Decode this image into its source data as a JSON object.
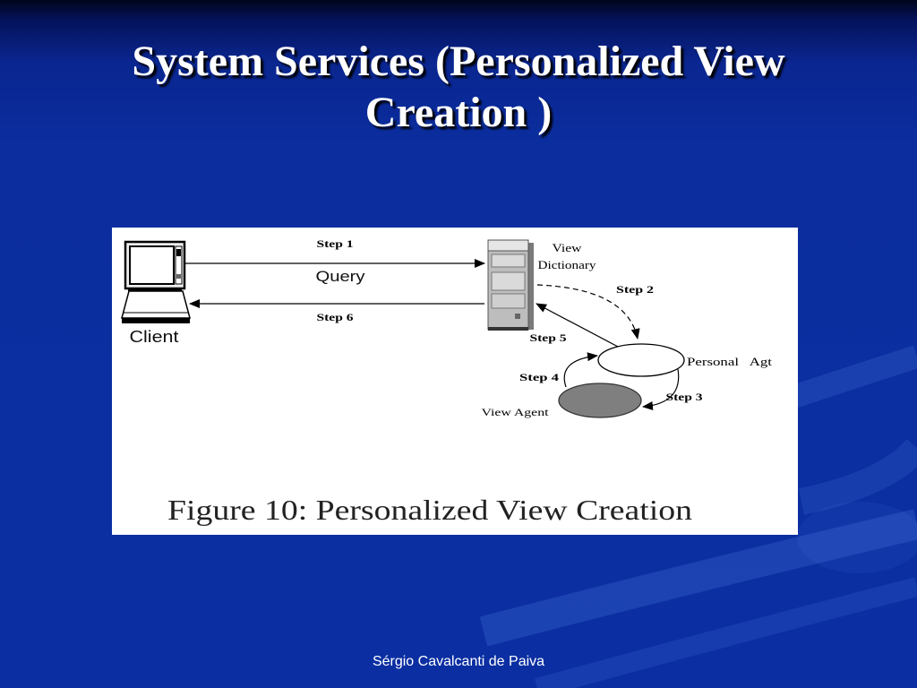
{
  "slide": {
    "title_line1": "System Services (Personalized View",
    "title_line2": "Creation )",
    "footer": "Sérgio Cavalcanti de Paiva"
  },
  "figure": {
    "nodes": {
      "client": "Client",
      "view_dictionary_line1": "View",
      "view_dictionary_line2": "Dictionary",
      "personal_agent": "Personal   Agt",
      "view_agent": "View Agent"
    },
    "edges": {
      "step1": "Step 1",
      "step1_message": "Query",
      "step2": "Step 2",
      "step3": "Step 3",
      "step4": "Step 4",
      "step5": "Step 5",
      "step6": "Step 6"
    },
    "caption": "Figure 10: Personalized View Creation"
  },
  "colors": {
    "slide_background": "#0b2d9e",
    "title_text": "#ffffff",
    "footer_text": "#ffffff",
    "figure_background": "#ffffff",
    "view_agent_fill": "#7f7f7f"
  }
}
